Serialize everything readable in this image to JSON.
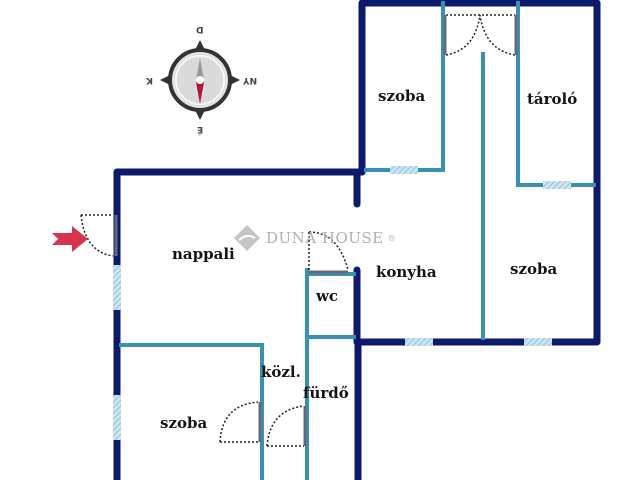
{
  "floor_plan": {
    "rooms": [
      {
        "id": "nappali",
        "label": "nappali"
      },
      {
        "id": "konyha",
        "label": "konyha"
      },
      {
        "id": "wc",
        "label": "wc"
      },
      {
        "id": "szoba_top",
        "label": "szoba"
      },
      {
        "id": "tarolo",
        "label": "tároló"
      },
      {
        "id": "szoba_right",
        "label": "szoba"
      },
      {
        "id": "szoba_bottom",
        "label": "szoba"
      },
      {
        "id": "kozl",
        "label": "közl."
      },
      {
        "id": "furdo",
        "label": "fürdő"
      }
    ],
    "entrance_arrow": "entrance-arrow-icon",
    "watermark": {
      "text": "DUNA HOUSE",
      "registered": "®"
    },
    "compass": {
      "top": "D",
      "bottom": "É",
      "left": "K",
      "right": "NY"
    },
    "colors": {
      "outer_wall": "#0d1a6b",
      "inner_wall": "#3a8fb5",
      "window": "#a9cfe6",
      "arrow": "#d8344f",
      "compass_needle_south": "#b3123e",
      "compass_needle_north": "#9a9a9a"
    }
  }
}
